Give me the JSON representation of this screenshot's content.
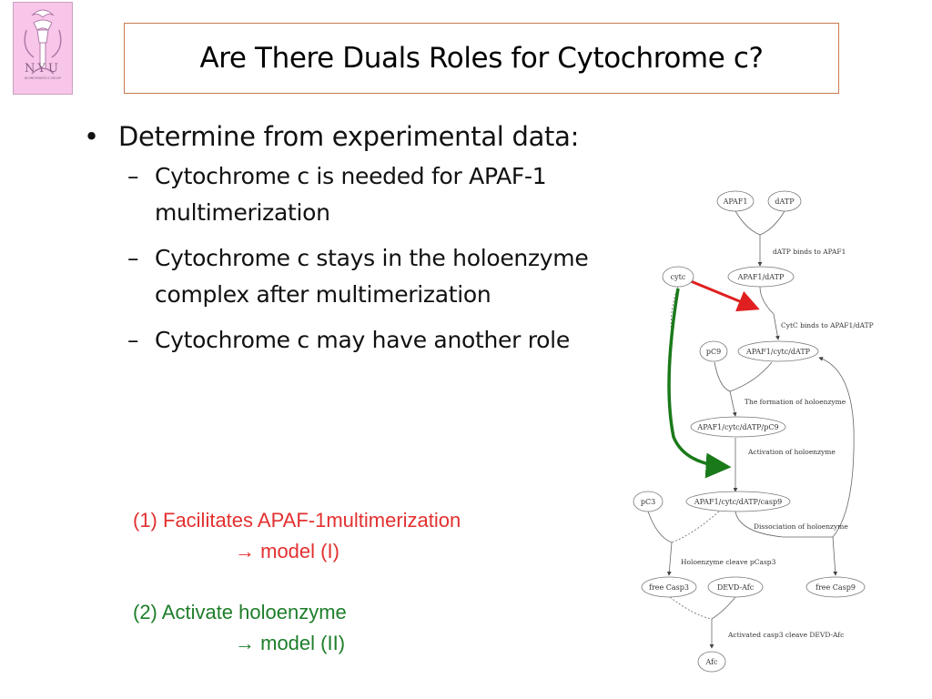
{
  "title": "Are There Duals Roles for Cytochrome c?",
  "logo": {
    "text": "NYU",
    "subtext": "BIOINFORMATICS GROUP"
  },
  "bullet": {
    "mark": "•",
    "text": "Determine from experimental data:",
    "subs": [
      {
        "mark": "–",
        "text": "Cytochrome c is needed for APAF-1 multimerization"
      },
      {
        "mark": "–",
        "text": "Cytochrome c stays in the holoenzyme complex  after multimerization"
      },
      {
        "mark": "–",
        "text": "Cytochrome c may have another role"
      }
    ]
  },
  "notes": {
    "red_line1": "(1)  Facilitates APAF-1multimerization",
    "red_line2": "→ model (I)",
    "green_line1": "(2) Activate holoenzyme",
    "green_line2": "→ model (II)",
    "red_color": "#e33030",
    "green_color": "#1e7e2a"
  },
  "diagram": {
    "nodes": {
      "apaf1": "APAF1",
      "datp": "dATP",
      "cytc": "cytc",
      "apaf1_datp": "APAF1/dATP",
      "pc9": "pC9",
      "apaf1_cytc_datp": "APAF1/cytc/dATP",
      "apaf1_cytc_datp_pc9": "APAF1/cytc/dATP/pC9",
      "pc3": "pC3",
      "apaf1_cytc_datp_casp9": "APAF1/cytc/dATP/casp9",
      "free_casp3": "free Casp3",
      "devd_afc": "DEVD-Afc",
      "free_casp9": "free Casp9",
      "afc": "Afc"
    },
    "edges": {
      "e1": "dATP binds to APAF1",
      "e2": "CytC binds to APAF1/dATP",
      "e3": "The formation of holoenzyme",
      "e4": "Activation of holoenzyme",
      "e5": "Dissociation of holoenzyme",
      "e6": "Holoenzyme cleave pCasp3",
      "e7": "Activated casp3 cleave DEVD-Afc"
    }
  }
}
